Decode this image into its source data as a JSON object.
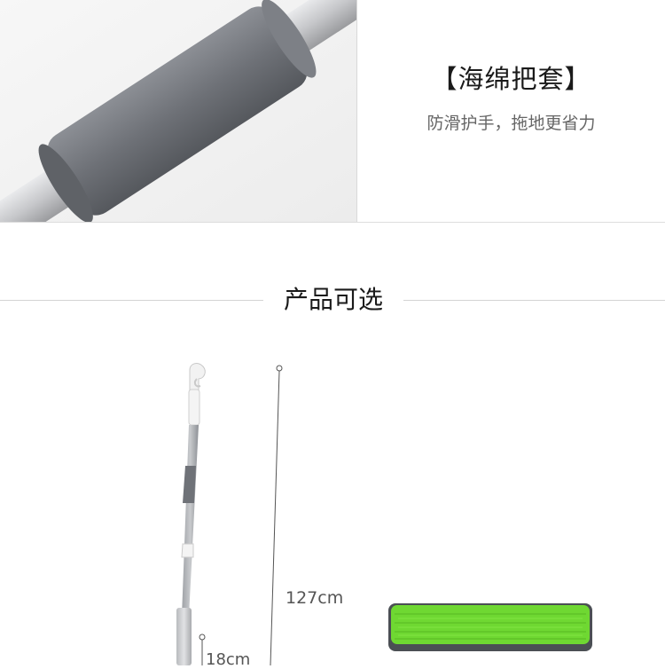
{
  "feature": {
    "title": "【海绵把套】",
    "subtitle": "防滑护手，拖地更省力",
    "image_icon": "foam-handle-grip-photo",
    "colors": {
      "foam": "#6f7278",
      "pole": "#c9cacc"
    }
  },
  "section": {
    "title": "产品可选"
  },
  "product": {
    "image_icon": "spray-mop-illustration",
    "height_label": "127cm",
    "width_label": "18cm",
    "pad_icon": "green-microfiber-pad",
    "colors": {
      "pad": "#6fd832",
      "pad_border": "#4b4f54"
    }
  }
}
